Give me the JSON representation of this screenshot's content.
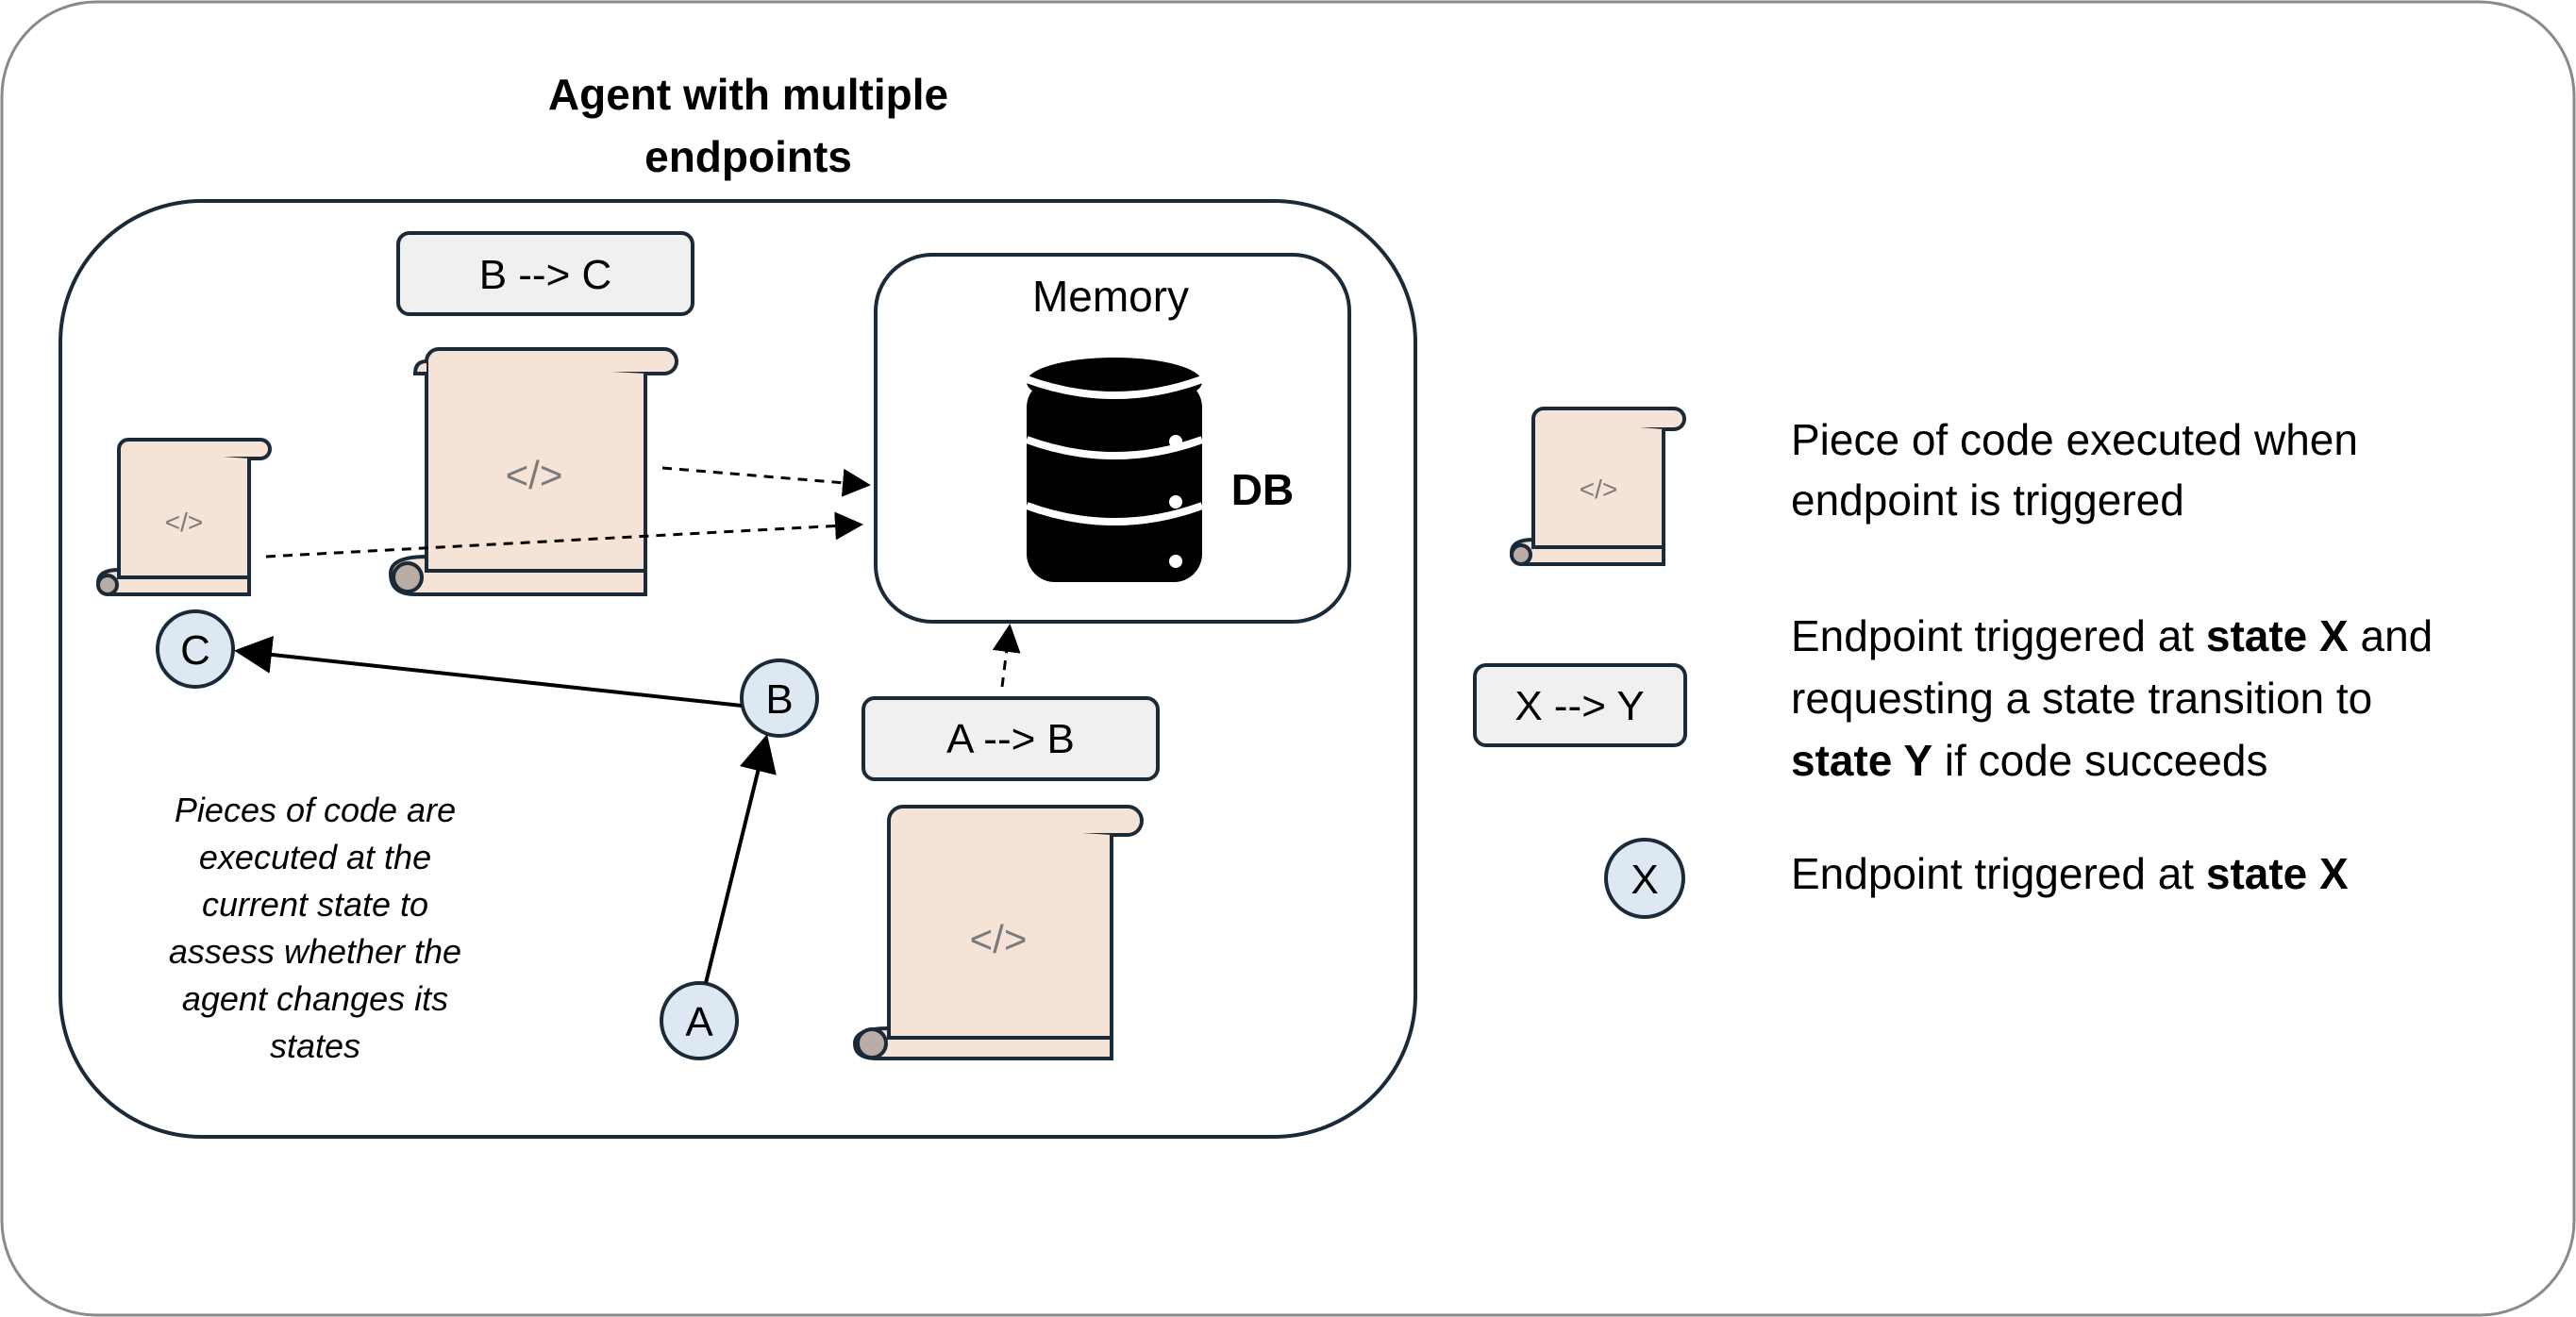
{
  "diagram": {
    "title_line1": "Agent with multiple",
    "title_line2": "endpoints",
    "memory_label": "Memory",
    "db_label": "DB",
    "code_glyph": "</>",
    "transitions": {
      "b_to_c": "B --> C",
      "a_to_b": "A --> B"
    },
    "states": {
      "a": "A",
      "b": "B",
      "c": "C"
    },
    "note": [
      "Pieces of code are",
      "executed at the",
      "current state to",
      "assess whether the",
      "agent changes its",
      "states"
    ]
  },
  "legend": {
    "code_item": {
      "glyph": "</>",
      "line1": "Piece of code executed when",
      "line2": "endpoint is triggered"
    },
    "transition_item": {
      "box_label": "X --> Y",
      "line1_pre": "Endpoint triggered at ",
      "line1_bold": "state X",
      "line1_post": " and",
      "line2": "requesting a state transition to",
      "line3_bold": "state Y",
      "line3_post": " if code succeeds"
    },
    "state_item": {
      "circle_label": "X",
      "text_pre": "Endpoint triggered at ",
      "text_bold": "state X"
    }
  },
  "colors": {
    "scroll_fill": "#f5e3d8",
    "scroll_curl": "#b8aca4",
    "box_fill": "#f0f0f0",
    "circle_fill": "#dde8f3",
    "stroke": "#1b2a38",
    "glyph": "#7a7a7a"
  }
}
